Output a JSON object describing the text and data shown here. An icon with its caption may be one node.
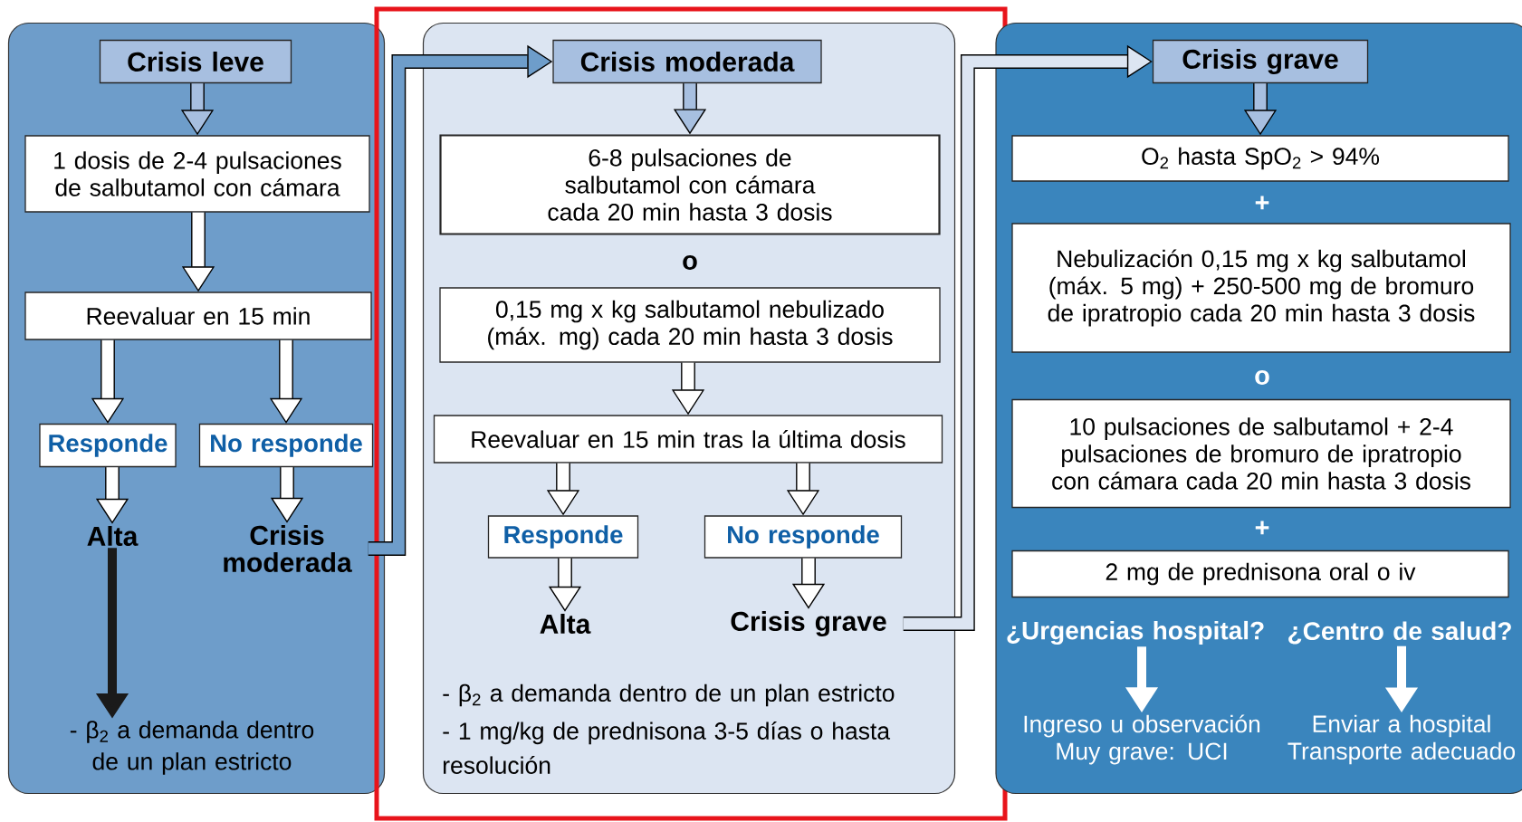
{
  "diagram": {
    "nodes": [
      {
        "text": [],
        "shape": "box"
      },
      {
        "text": [
          "Crisis leve"
        ],
        "in": 0
      },
      {
        "text": [
          "1 dosis de 2-4 pulsaciones de salbutamol con cámara"
        ],
        "in": 0
      },
      {
        "text": [
          "Reevaluar en 15 min"
        ],
        "in": 0
      },
      {
        "text": [
          "Responde"
        ],
        "in": 0
      },
      {
        "text": [
          "No responde"
        ],
        "in": 0
      },
      {
        "text": [
          "Alta"
        ],
        "in": 0
      },
      {
        "text": [
          "Crisis moderada"
        ],
        "in": 0
      },
      {
        "text": [
          "- β$_{2}$ a demanda dentro de un plan estricto"
        ],
        "in": 0
      },
      {
        "text": [],
        "shape": "box"
      },
      {
        "text": [
          "Crisis moderada"
        ],
        "in": 9
      },
      {
        "text": [
          "6-8 pulsaciones de salbutamol con cámara cada 20 min hasta 3 dosis"
        ],
        "in": 9
      },
      {
        "text": [
          "0,15 mg x kg salbutamol nebulizado (máx. mg) cada 20 min hasta 3 dosis"
        ],
        "in": 9
      },
      {
        "text": [
          "Reevaluar en 15 min tras la última dosis"
        ],
        "in": 9
      },
      {
        "text": [
          "Responde"
        ],
        "in": 9
      },
      {
        "text": [
          "No responde"
        ],
        "in": 9
      },
      {
        "text": [
          "Alta"
        ],
        "in": 9
      },
      {
        "text": [
          "Crisis grave"
        ],
        "in": 9
      },
      {
        "text": [],
        "shape": "box"
      },
      {
        "text": [
          "Crisis grave"
        ],
        "in": 18
      },
      {
        "text": [
          "O$_{2}$ hasta SpO$_{2}$ > 94%"
        ],
        "in": 18
      },
      {
        "text": [
          "Nebulización 0,15 mg x kg salbutamol (máx. 5 mg) + 250-500 mg de bromuro de ipratropio cada 20 min hasta 3 dosis"
        ],
        "in": 18
      },
      {
        "text": [
          "10 pulsaciones de salbutamol + 2-4 pulsaciones de bromuro de ipratropio con cámara cada 20 min hasta 3 dosis"
        ],
        "in": 18
      },
      {
        "text": [
          "2 mg de prednisona oral o iv"
        ],
        "in": 18
      },
      {
        "text": [
          "¿Urgencias hospital?"
        ],
        "in": 18
      },
      {
        "text": [
          "¿Centro de salud?"
        ],
        "in": 18
      },
      {
        "text": [
          "Ingreso u observación Muy grave: UCI"
        ],
        "in": 18
      },
      {
        "text": [
          "Enviar a hospital Transporte adecuado"
        ],
        "in": 18
      }
    ],
    "edges": [
      {
        "from": 1,
        "to": 2,
        "arrow": "to"
      },
      {
        "from": 2,
        "to": 3,
        "arrow": "to"
      },
      {
        "from": 3,
        "to": 4,
        "arrow": "to"
      },
      {
        "from": 3,
        "to": 5,
        "arrow": "to"
      },
      {
        "from": 4,
        "to": 6,
        "arrow": "to"
      },
      {
        "from": 5,
        "to": 7,
        "arrow": "to"
      },
      {
        "from": 6,
        "to": 8,
        "arrow": "to",
        "color": "#1a1a1a"
      },
      {
        "from": 7,
        "to": 10,
        "arrow": "to"
      },
      {
        "from": 10,
        "to": 11,
        "arrow": "to"
      },
      {
        "from": 12,
        "to": 13,
        "arrow": "to"
      },
      {
        "from": 13,
        "to": 14,
        "arrow": "to"
      },
      {
        "from": 13,
        "to": 15,
        "arrow": "to"
      },
      {
        "from": 14,
        "to": 16,
        "arrow": "to"
      },
      {
        "from": 15,
        "to": 17,
        "arrow": "to"
      },
      {
        "from": 17,
        "to": 19,
        "arrow": "to"
      },
      {
        "from": 19,
        "to": 20,
        "arrow": "to"
      },
      {
        "from": 24,
        "to": 26,
        "arrow": "to",
        "color": "#ffffff"
      },
      {
        "from": 25,
        "to": 27,
        "arrow": "to",
        "color": "#ffffff"
      }
    ],
    "labels": [
      "o",
      "- β$_{2}$ a demanda dentro de un plan estricto",
      "- 1 mg/kg de prednisona 3-5 días o hasta resolución",
      "+",
      "o",
      "+"
    ]
  }
}
